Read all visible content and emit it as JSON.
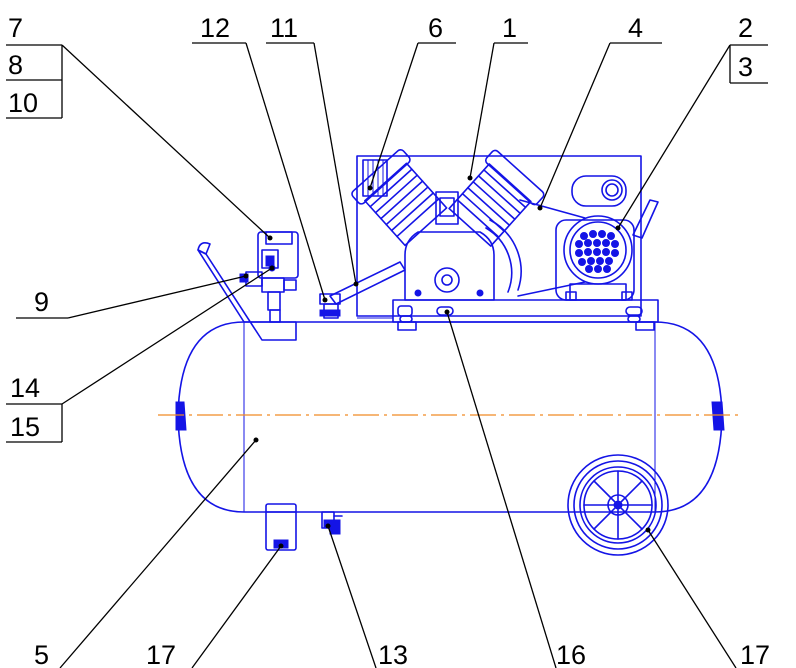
{
  "diagram": {
    "accent_color": "#1414e6",
    "centerline_color": "#f08a24",
    "leader_color": "#000000",
    "callouts": {
      "c7": "7",
      "c8": "8",
      "c10": "10",
      "c12": "12",
      "c11": "11",
      "c6": "6",
      "c1": "1",
      "c4": "4",
      "c2": "2",
      "c3": "3",
      "c9": "9",
      "c14": "14",
      "c15": "15",
      "c5": "5",
      "c17_left": "17",
      "c13": "13",
      "c16": "16",
      "c17_right": "17"
    }
  }
}
